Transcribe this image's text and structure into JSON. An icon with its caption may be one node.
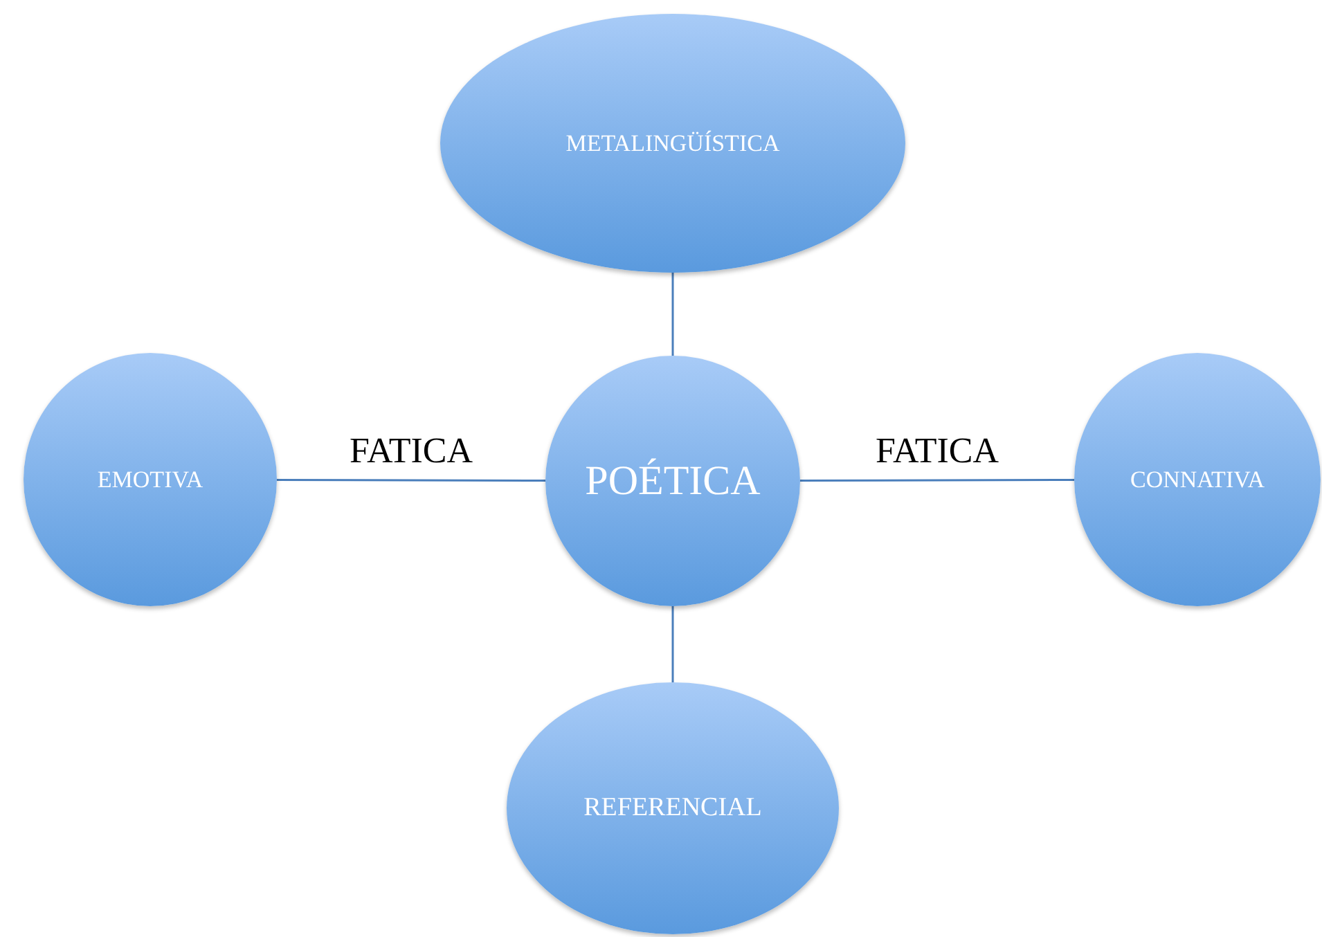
{
  "diagram": {
    "nodes": [
      {
        "text": [
          "METALINGÜÍSTICA"
        ]
      },
      {
        "text": [
          "EMOTIVA"
        ]
      },
      {
        "text": [
          "POÉTICA"
        ]
      },
      {
        "text": [
          "CONNATIVA"
        ]
      },
      {
        "text": [
          "REFERENCIAL"
        ]
      }
    ],
    "edges": [
      {
        "from": 0,
        "to": 2,
        "arrow": "none"
      },
      {
        "from": 1,
        "to": 2,
        "arrow": "none",
        "label": "FATICA"
      },
      {
        "from": 2,
        "to": 3,
        "arrow": "none",
        "label": "FATICA"
      },
      {
        "from": 2,
        "to": 4,
        "arrow": "none"
      }
    ]
  }
}
